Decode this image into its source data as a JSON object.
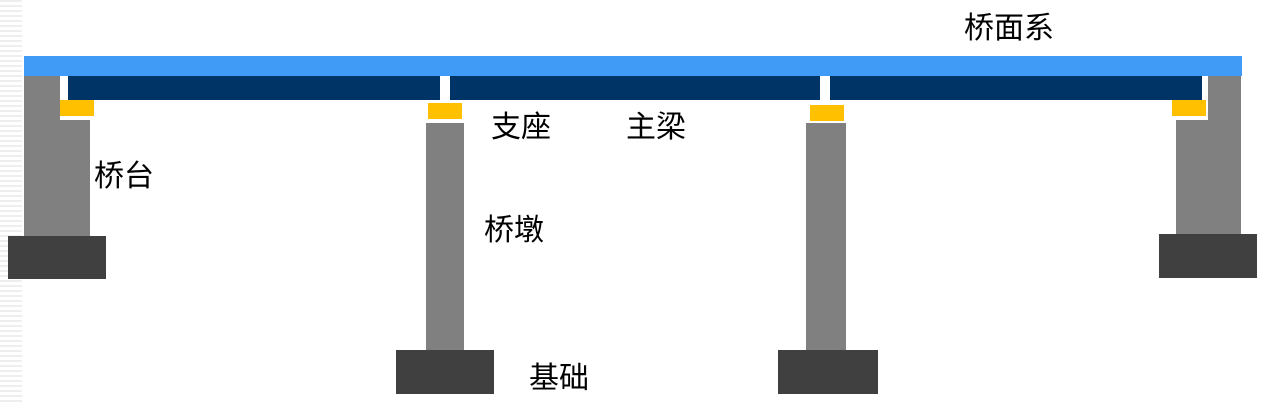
{
  "labels": {
    "deck_system": "桥面系",
    "bearing": "支座",
    "main_girder": "主梁",
    "abutment": "桥台",
    "pier": "桥墩",
    "foundation": "基础"
  },
  "colors": {
    "deck": "#3f9bf6",
    "girder": "#003366",
    "pier": "#808080",
    "foundation": "#404040",
    "bearing": "#ffc000"
  }
}
